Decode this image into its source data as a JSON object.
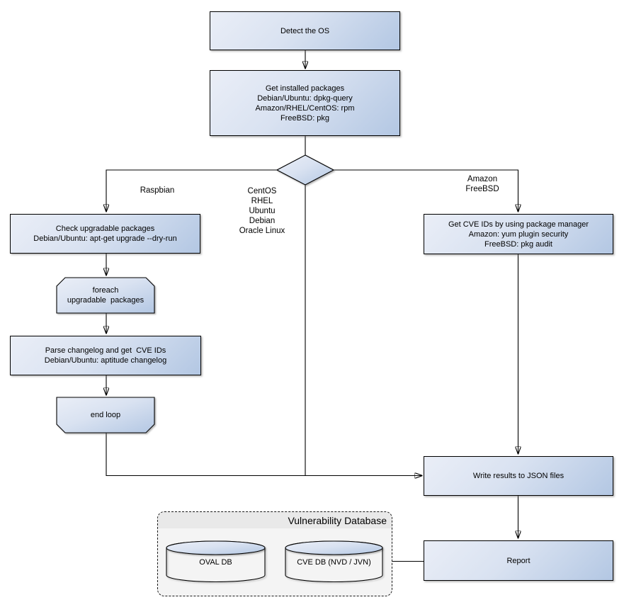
{
  "diagram": {
    "nodes": {
      "detect_os": "Detect the OS",
      "get_installed_packages": "Get installed packages\nDebian/Ubuntu: dpkg-query\nAmazon/RHEL/CentOS: rpm\nFreeBSD: pkg",
      "check_upgradable": "Check upgradable packages\nDebian/Ubuntu: apt-get upgrade --dry-run",
      "foreach_loop": "foreach\nupgradable  packages",
      "parse_changelog": "Parse changelog and get  CVE IDs\nDebian/Ubuntu: aptitude changelog",
      "end_loop": "end loop",
      "get_cve_ids": "Get CVE IDs by using package manager\nAmazon: yum plugin security\nFreeBSD: pkg audit",
      "write_results": "Write results to JSON files",
      "report": "Report"
    },
    "edge_labels": {
      "raspbian": "Raspbian",
      "rpm_deb_group": "CentOS\nRHEL\nUbuntu\nDebian\nOracle Linux",
      "amazon_freebsd": "Amazon\nFreeBSD"
    },
    "database": {
      "title": "Vulnerability Database",
      "cylinders": [
        "OVAL DB",
        "CVE DB (NVD / JVN)"
      ]
    },
    "colors": {
      "node_gradient_start": "#eaeef7",
      "node_gradient_end": "#b3c7e3",
      "node_border": "#000000",
      "connector": "#000000",
      "db_container_bg": "#f4f4f4",
      "db_header_bg": "#e9e9e9",
      "background": "#ffffff"
    }
  }
}
